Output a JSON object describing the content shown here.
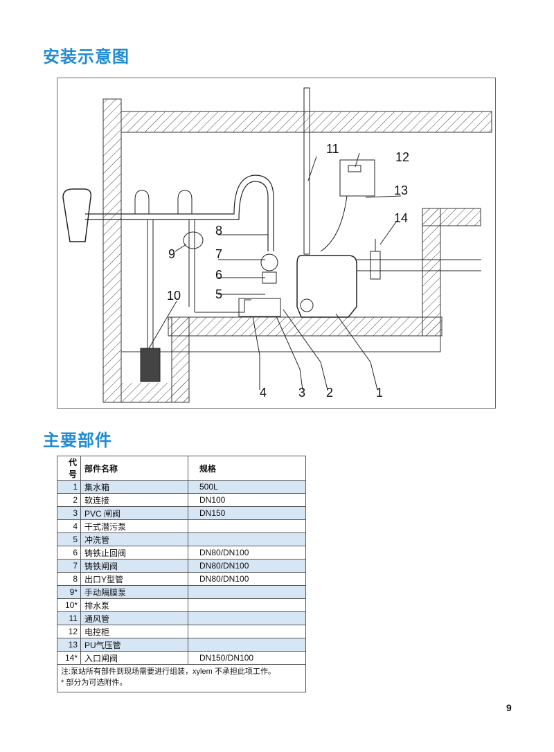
{
  "section1_title": "安装示意图",
  "section2_title": "主要部件",
  "diagram_labels": [
    "1",
    "2",
    "3",
    "4",
    "5",
    "6",
    "7",
    "8",
    "9",
    "10",
    "11",
    "12",
    "13",
    "14"
  ],
  "table": {
    "headers": [
      "代号",
      "部件名称",
      "规格"
    ],
    "rows": [
      {
        "code": "1",
        "name": "集水箱",
        "spec": "500L"
      },
      {
        "code": "2",
        "name": "软连接",
        "spec": "DN100"
      },
      {
        "code": "3",
        "name": "PVC 闸阀",
        "spec": "DN150"
      },
      {
        "code": "4",
        "name": "干式潜污泵",
        "spec": ""
      },
      {
        "code": "5",
        "name": "冲洗管",
        "spec": ""
      },
      {
        "code": "6",
        "name": "铸铁止回阀",
        "spec": "DN80/DN100"
      },
      {
        "code": "7",
        "name": "铸铁闸阀",
        "spec": "DN80/DN100"
      },
      {
        "code": "8",
        "name": "出口Y型管",
        "spec": "DN80/DN100"
      },
      {
        "code": "9*",
        "name": "手动隔膜泵",
        "spec": ""
      },
      {
        "code": "10*",
        "name": "排水泵",
        "spec": ""
      },
      {
        "code": "11",
        "name": "通风管",
        "spec": ""
      },
      {
        "code": "12",
        "name": "电控柜",
        "spec": ""
      },
      {
        "code": "13",
        "name": "PU气压管",
        "spec": ""
      },
      {
        "code": "14*",
        "name": "入口闸阀",
        "spec": "DN150/DN100"
      }
    ],
    "note_line1": "注:泵站所有部件到现场需要进行组装，xylem 不承担此项工作。",
    "note_line2": "* 部分为可选附件。"
  },
  "page_number": "9"
}
